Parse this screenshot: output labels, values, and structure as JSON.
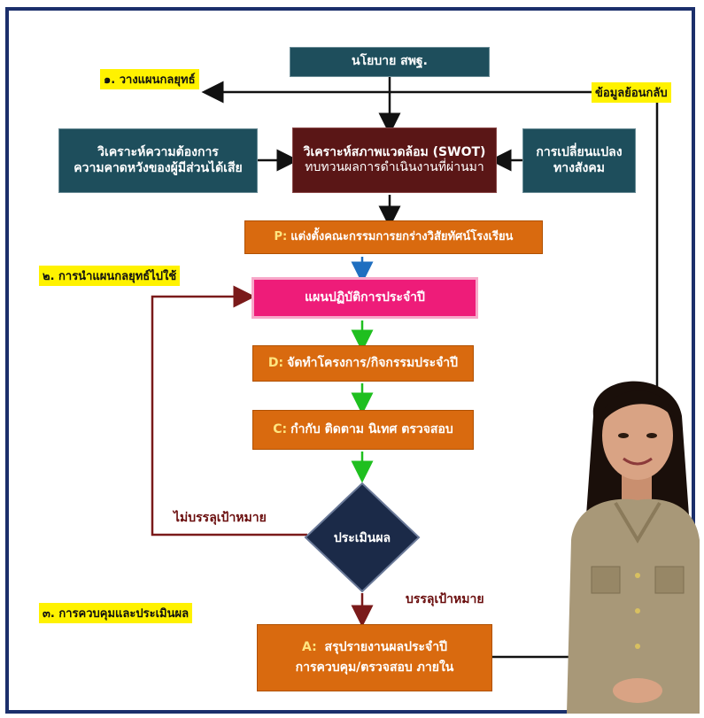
{
  "policy": "นโยบาย สพฐ.",
  "swot": {
    "line1": "วิเคราะห์สภาพแวดล้อม (SWOT)",
    "line2": "ทบทวนผลการดำเนินงานที่ผ่านมา"
  },
  "stakeholder": {
    "line1": "วิเคราะห์ความต้องการ",
    "line2": "ความคาดหวังของผู้มีส่วนได้เสีย"
  },
  "social": {
    "line1": "การเปลี่ยนแปลง",
    "line2": "ทางสังคม"
  },
  "feedback": "ข้อมูลย้อนกลับ",
  "stage1": "๑. วางแผนกลยุทธ์",
  "stage2": "๒. การนำแผนกลยุทธ์ไปใช้",
  "stage3": "๓. การควบคุมและประเมินผล",
  "plan": {
    "prefix": "P:",
    "text": "แต่งตั้งคณะกรรมการยกร่างวิสัยทัศน์โรงเรียน"
  },
  "annual_plan": "แผนปฏิบัติการประจำปี",
  "do": {
    "prefix": "D:",
    "text": "จัดทำโครงการ/กิจกรรมประจำปี"
  },
  "check": {
    "prefix": "C:",
    "text": "กำกับ ติดตาม นิเทศ ตรวจสอบ"
  },
  "evaluate": "ประเมินผล",
  "not_achieved": "ไม่บรรลุเป้าหมาย",
  "achieved": "บรรลุเป้าหมาย",
  "act": {
    "prefix": "A:",
    "line1": "สรุปรายงานผลประจำปี",
    "line2": "การควบคุม/ตรวจสอบ ภายใน"
  },
  "colors": {
    "border": "#1b2f6b",
    "teal": "#1e4e5c",
    "maroon": "#5a1616",
    "orange": "#d96a0f",
    "pink": "#ee1c79",
    "highlight": "#fff200",
    "arrow_black": "#111111",
    "arrow_blue": "#1f6fc0",
    "arrow_green": "#1fbf1f",
    "arrow_red": "#7a1a1a"
  }
}
